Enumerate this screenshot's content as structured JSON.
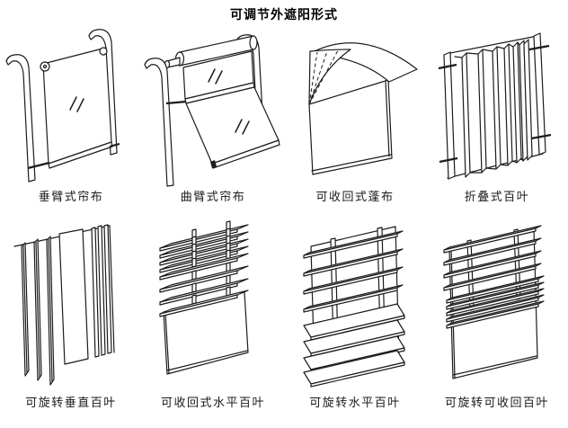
{
  "title": "可调节外遮阳形式",
  "items": [
    {
      "label": "垂臂式帘布",
      "icon": "drop-arm-curtain-illustration"
    },
    {
      "label": "曲臂式帘布",
      "icon": "folding-arm-curtain-illustration"
    },
    {
      "label": "可收回式蓬布",
      "icon": "retractable-canopy-illustration"
    },
    {
      "label": "折叠式百叶",
      "icon": "folding-louver-illustration"
    },
    {
      "label": "可旋转垂直百叶",
      "icon": "rotatable-vertical-louver-illustration"
    },
    {
      "label": "可收回式水平百叶",
      "icon": "retractable-horizontal-louver-illustration"
    },
    {
      "label": "可旋转水平百叶",
      "icon": "rotatable-horizontal-louver-illustration"
    },
    {
      "label": "可旋转可收回百叶",
      "icon": "rotatable-retractable-louver-illustration"
    }
  ],
  "colors": {
    "line": "#1c1c1c",
    "background": "#ffffff",
    "text": "#000000"
  }
}
